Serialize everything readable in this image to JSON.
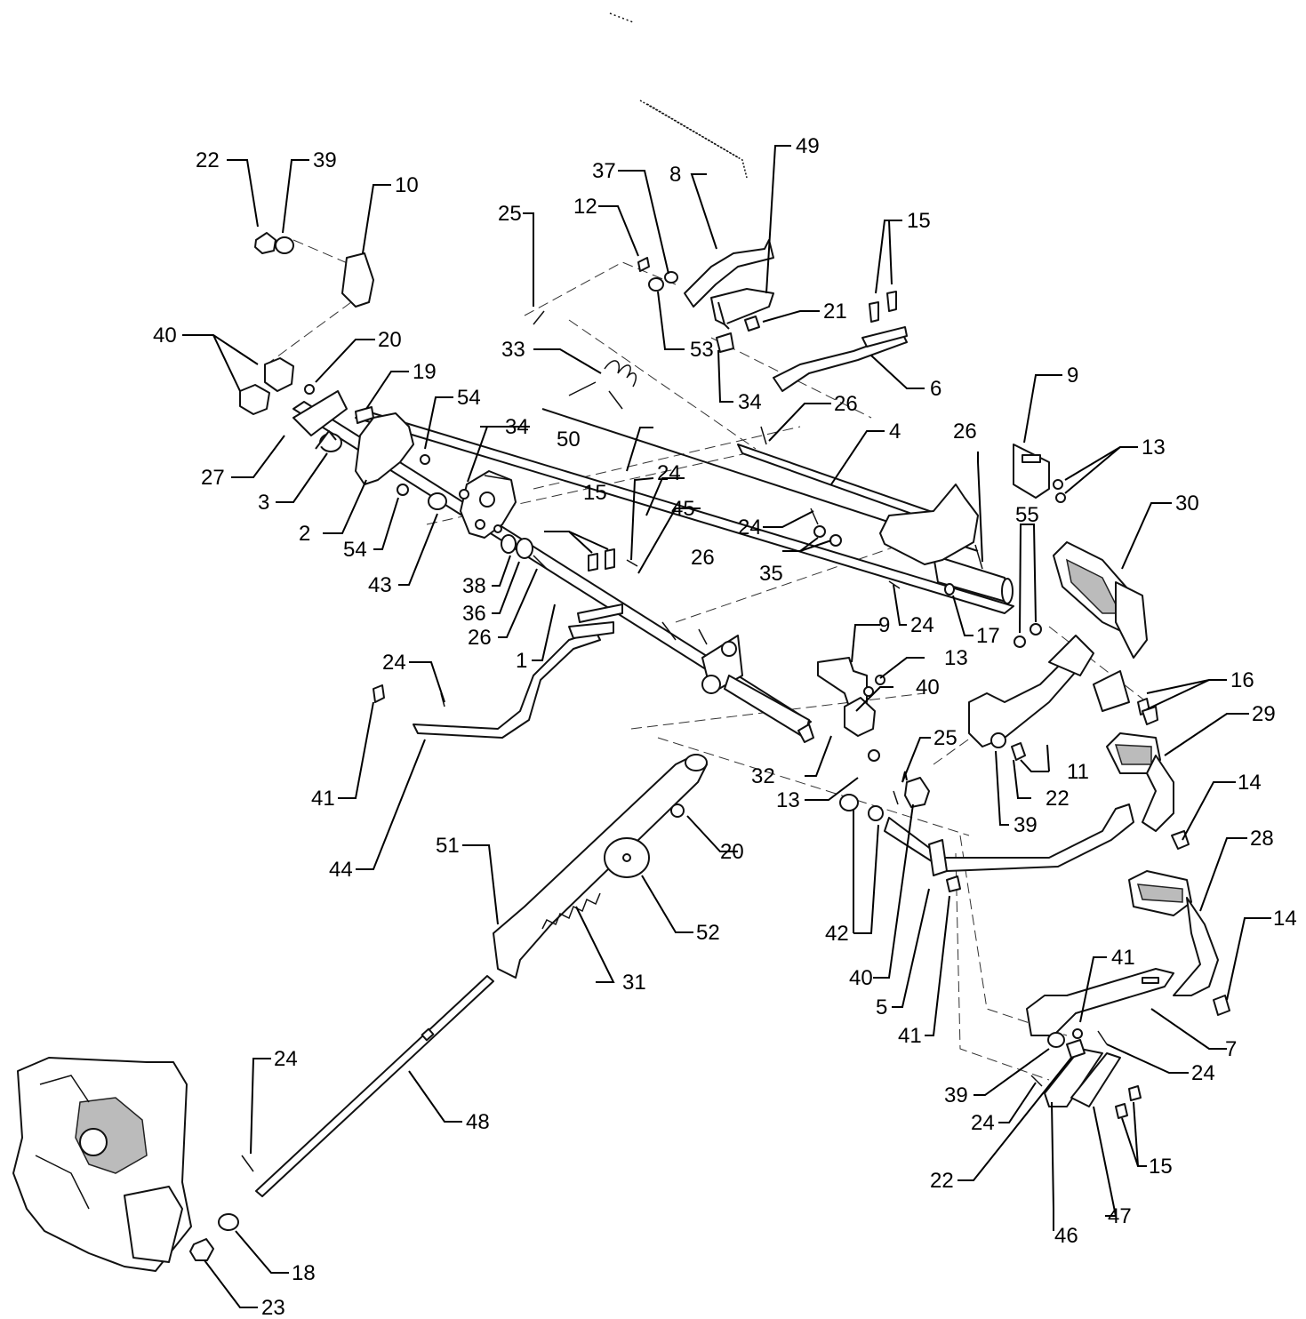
{
  "callouts": [
    {
      "id": "1"
    },
    {
      "id": "2"
    },
    {
      "id": "3"
    },
    {
      "id": "4"
    },
    {
      "id": "5"
    },
    {
      "id": "6"
    },
    {
      "id": "7"
    },
    {
      "id": "8"
    },
    {
      "id": "9"
    },
    {
      "id": "10"
    },
    {
      "id": "11"
    },
    {
      "id": "12"
    },
    {
      "id": "13"
    },
    {
      "id": "14"
    },
    {
      "id": "15"
    },
    {
      "id": "16"
    },
    {
      "id": "17"
    },
    {
      "id": "18"
    },
    {
      "id": "19"
    },
    {
      "id": "20"
    },
    {
      "id": "21"
    },
    {
      "id": "22"
    },
    {
      "id": "23"
    },
    {
      "id": "24"
    },
    {
      "id": "25"
    },
    {
      "id": "26"
    },
    {
      "id": "27"
    },
    {
      "id": "28"
    },
    {
      "id": "29"
    },
    {
      "id": "30"
    },
    {
      "id": "31"
    },
    {
      "id": "32"
    },
    {
      "id": "33"
    },
    {
      "id": "34"
    },
    {
      "id": "35"
    },
    {
      "id": "36"
    },
    {
      "id": "37"
    },
    {
      "id": "38"
    },
    {
      "id": "39"
    },
    {
      "id": "40"
    },
    {
      "id": "41"
    },
    {
      "id": "42"
    },
    {
      "id": "43"
    },
    {
      "id": "44"
    },
    {
      "id": "45"
    },
    {
      "id": "46"
    },
    {
      "id": "47"
    },
    {
      "id": "48"
    },
    {
      "id": "49"
    },
    {
      "id": "50"
    },
    {
      "id": "51"
    },
    {
      "id": "52"
    },
    {
      "id": "53"
    },
    {
      "id": "54"
    },
    {
      "id": "55"
    }
  ]
}
